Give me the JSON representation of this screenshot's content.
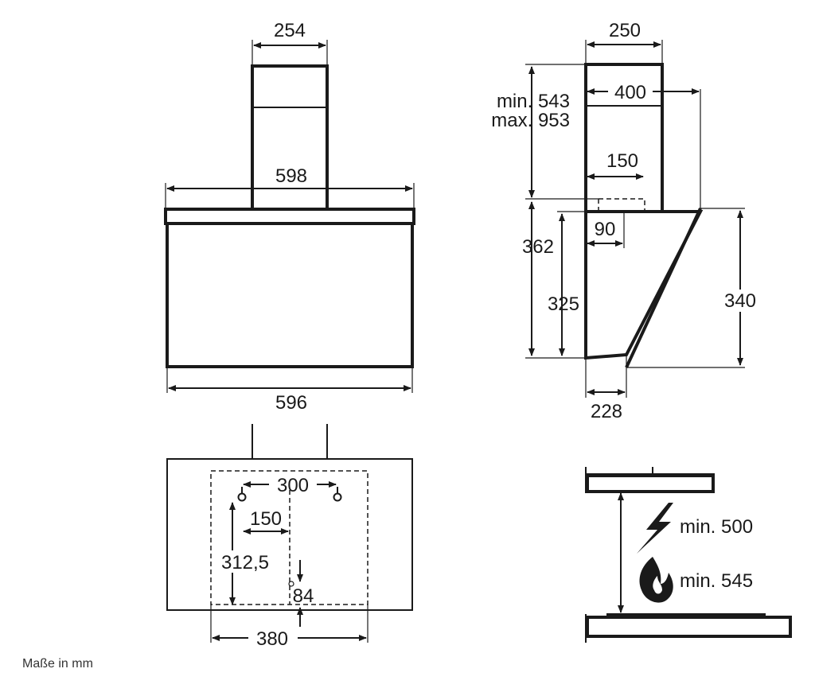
{
  "caption": "Maße in mm",
  "front": {
    "chimney_width": "254",
    "hood_width": "598",
    "bottom_width": "596"
  },
  "side": {
    "chimney_width": "250",
    "min_height": "min. 543",
    "max_height": "max. 953",
    "depth_top": "400",
    "outlet_offset": "150",
    "outlet_depth": "90",
    "total_height": "362",
    "back_height": "325",
    "front_height": "340",
    "bottom_depth": "228"
  },
  "bottom": {
    "hole_distance": "300",
    "hole_offset": "150",
    "vertical_distance": "312,5",
    "small_offset": "84",
    "frame_width": "380"
  },
  "clearance": {
    "electric": "min. 500",
    "gas": "min. 545"
  }
}
